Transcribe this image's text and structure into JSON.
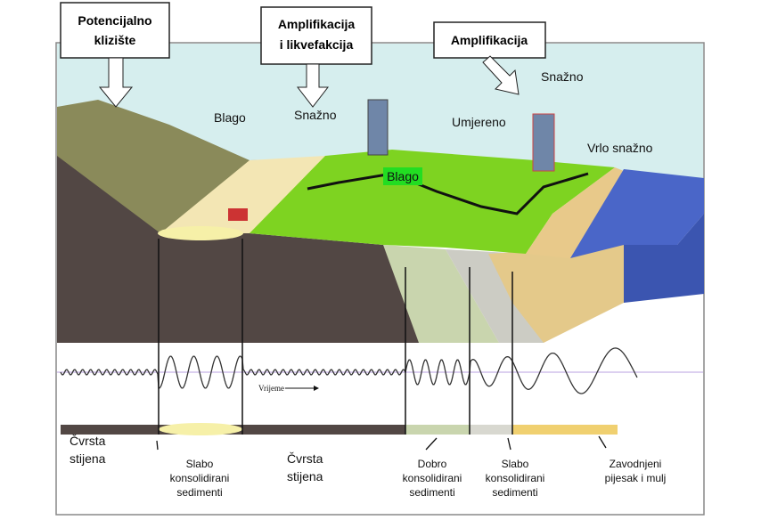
{
  "callouts": {
    "landslide": [
      "Potencijalno",
      "klizište"
    ],
    "amp_liq": [
      "Amplifikacija",
      "i likvefakcija"
    ],
    "amp": "Amplifikacija"
  },
  "intensity": {
    "hill": "Blago",
    "sand_slope": "Snažno",
    "plain": "Blago",
    "moderate": "Umjereno",
    "tower": "Snažno",
    "coast": "Vrlo snažno"
  },
  "time_label": "Vrijeme",
  "soil_labels": [
    [
      "Čvrsta",
      "stijena"
    ],
    [
      "Slabo",
      "konsolidirani",
      "sedimenti"
    ],
    [
      "Čvrsta",
      "stijena"
    ],
    [
      "Dobro",
      "konsolidirani",
      "sedimenti"
    ],
    [
      "Slabo",
      "konsolidirani",
      "sedimenti"
    ],
    [
      "Zavodnjeni",
      "pijesak i mulj"
    ]
  ],
  "colors": {
    "sky": "#d6eeee",
    "rock": "#524744",
    "grass": "#7ed321",
    "sand": "#f4e7b5",
    "sea": "#4a66c8",
    "wave": "#7a4fa0"
  }
}
